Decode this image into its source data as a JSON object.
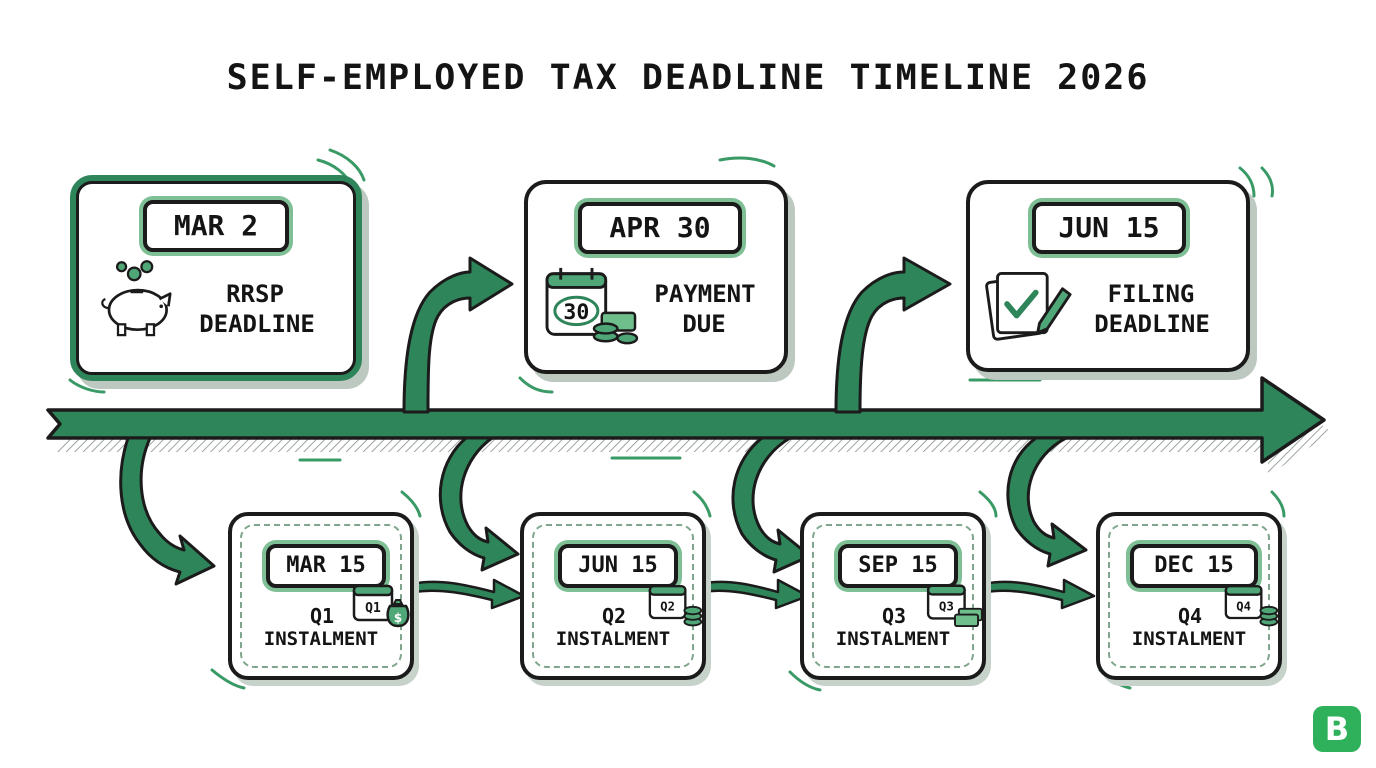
{
  "title": "SELF-EMPLOYED TAX DEADLINE TIMELINE 2026",
  "top_events": [
    {
      "date": "MAR 2",
      "line1": "RRSP",
      "line2": "DEADLINE",
      "icon": "piggy-bank-icon"
    },
    {
      "date": "APR 30",
      "line1": "PAYMENT",
      "line2": "DUE",
      "icon": "calendar-cash-icon",
      "icon_text": "30"
    },
    {
      "date": "JUN 15",
      "line1": "FILING",
      "line2": "DEADLINE",
      "icon": "document-pen-icon"
    }
  ],
  "instalments": [
    {
      "date": "MAR 15",
      "line1": "Q1",
      "line2": "INSTALMENT",
      "badge": "Q1",
      "icon": "calendar-moneybag-icon",
      "symbol": "$"
    },
    {
      "date": "JUN 15",
      "line1": "Q2",
      "line2": "INSTALMENT",
      "badge": "Q2",
      "icon": "calendar-coins-icon"
    },
    {
      "date": "SEP 15",
      "line1": "Q3",
      "line2": "INSTALMENT",
      "badge": "Q3",
      "icon": "calendar-bills-icon"
    },
    {
      "date": "DEC 15",
      "line1": "Q4",
      "line2": "INSTALMENT",
      "badge": "Q4",
      "icon": "calendar-coins-icon"
    }
  ],
  "logo": {
    "letter": "B",
    "icon": "brand-logo-icon"
  },
  "colors": {
    "accent": "#2f855a",
    "accent_light": "#7fbf95",
    "ink": "#1b1b1b",
    "logo": "#2fb15b"
  }
}
